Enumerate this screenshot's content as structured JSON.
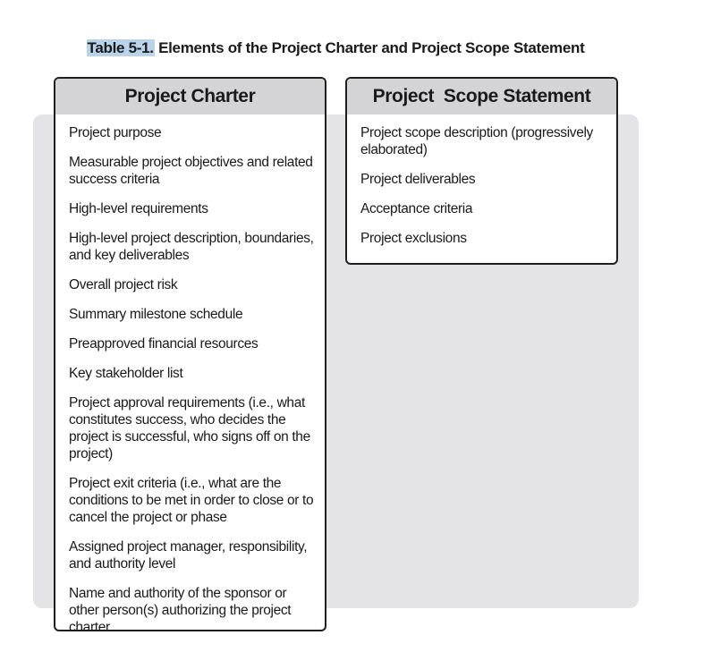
{
  "caption": {
    "label": "Table 5-1.",
    "text": " Elements of the Project Charter and Project Scope Statement"
  },
  "project_charter": {
    "title": "Project Charter",
    "items": [
      "Project purpose",
      "Measurable project objectives and related success criteria",
      "High-level requirements",
      "High-level project description, boundaries, and key deliverables",
      "Overall project risk",
      "Summary milestone schedule",
      "Preapproved financial resources",
      "Key stakeholder list",
      "Project approval requirements (i.e., what constitutes success, who decides the project is successful, who signs off on the project)",
      "Project exit criteria (i.e., what are the conditions to be met in order to close or to cancel the project or phase",
      "Assigned project manager, responsibility, and authority level",
      "Name and authority of the sponsor or other person(s) authorizing the project charter"
    ]
  },
  "project_scope_statement": {
    "title": "Project  Scope Statement",
    "items": [
      "Project scope description (progressively elaborated)",
      "Project deliverables",
      "Acceptance criteria",
      "Project exclusions"
    ]
  }
}
